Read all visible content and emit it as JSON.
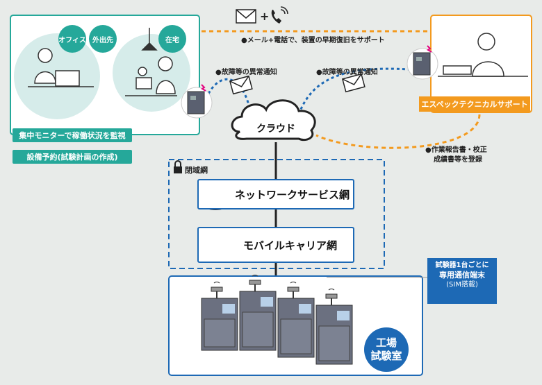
{
  "offices": {
    "office_label": "オフィス",
    "outing_label": "外出先",
    "home_label": "在宅",
    "monitor_caption": "集中モニターで稼働状況を監視",
    "reservation_caption": "設備予約(試験計画の作成)"
  },
  "contact": {
    "mail_phone_note": "●メール+電話で、装置の早期復旧をサポート",
    "plus_sign": "+"
  },
  "alerts": {
    "left_note": "●故障等の異常通知",
    "right_note": "●故障等の異常通知"
  },
  "cloud": {
    "label": "クラウド"
  },
  "support": {
    "label": "エスペックテクニカルサポート",
    "report_note_line1": "●作業報告書・校正",
    "report_note_line2": "成績書等を登録"
  },
  "closed_network": {
    "label": "閉域網",
    "network_service": "ネットワークサービス網",
    "mobile_carrier": "モバイルキャリア網"
  },
  "terminal_note": {
    "line1": "試験器1台ごとに",
    "line2": "専用通信端末",
    "line3": "(SIM搭載)"
  },
  "factory": {
    "line1": "工場",
    "line2": "試験室"
  },
  "colors": {
    "teal": "#25a89a",
    "blue": "#1d69b5",
    "orange": "#f39a1e",
    "background": "#e8ebe9"
  },
  "icons": [
    "mail-icon",
    "phone-icon",
    "lock-icon",
    "database-icon",
    "antenna-icon",
    "alarm-icon"
  ]
}
